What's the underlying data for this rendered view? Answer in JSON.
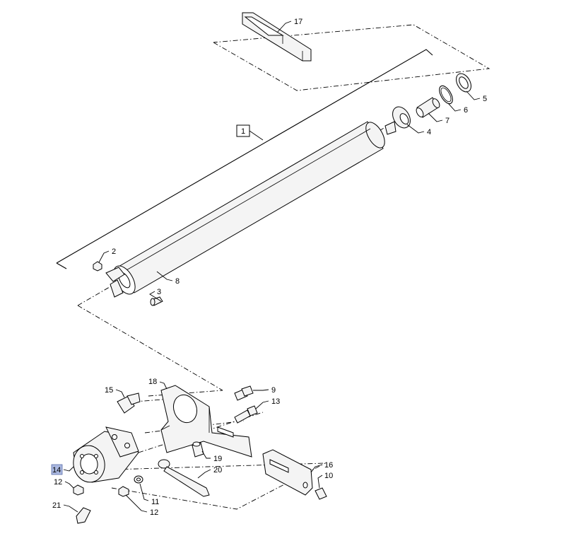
{
  "callouts": {
    "c1": "1",
    "c2": "2",
    "c3": "3",
    "c4": "4",
    "c5": "5",
    "c6": "6",
    "c7": "7",
    "c8": "8",
    "c9": "9",
    "c10": "10",
    "c11": "11",
    "c12a": "12",
    "c12b": "12",
    "c13": "13",
    "c14": "14",
    "c15": "15",
    "c16": "16",
    "c17": "17",
    "c18": "18",
    "c19": "19",
    "c20": "20",
    "c21": "21"
  },
  "highlight": {
    "callout": "14",
    "color": "#aab8e0"
  },
  "colors": {
    "line": "#000000",
    "background": "#ffffff",
    "part_fill": "#f4f4f4"
  }
}
